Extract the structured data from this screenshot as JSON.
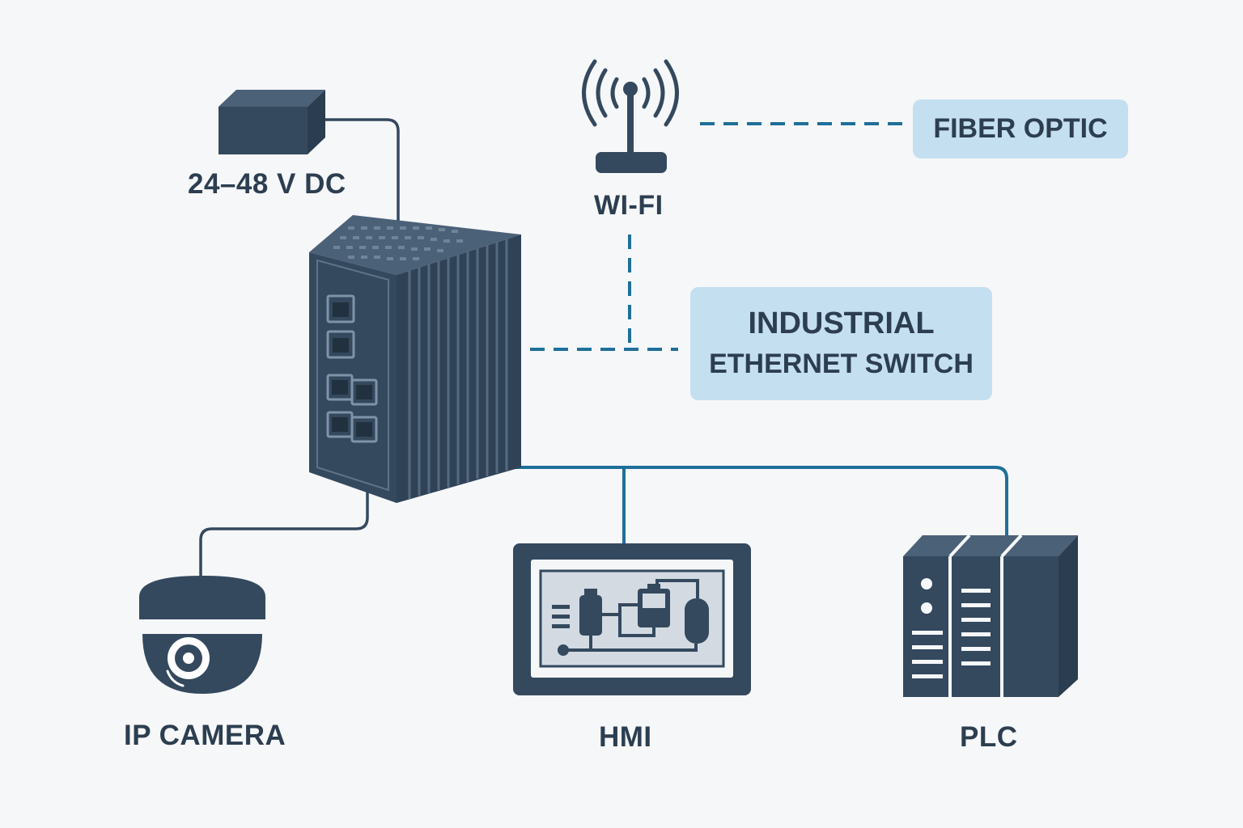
{
  "colors": {
    "background": "#f6f7f9",
    "device_dark": "#34495e",
    "device_mid": "#4b6178",
    "link_blue": "#1f6f9a",
    "callout_fill": "#c4dff0",
    "label_text": "#2c3e50"
  },
  "labels": {
    "power": "24–48 V DC",
    "wifi": "WI-FI",
    "fiber": "FIBER OPTIC",
    "switch_line1": "INDUSTRIAL",
    "switch_line2": "ETHERNET SWITCH",
    "camera": "IP CAMERA",
    "hmi": "HMI",
    "plc": "PLC"
  },
  "icons": {
    "power": "power-supply-icon",
    "wifi": "wifi-antenna-icon",
    "switch": "ethernet-switch-icon",
    "camera": "dome-camera-icon",
    "hmi": "hmi-panel-icon",
    "plc": "plc-rack-icon"
  }
}
